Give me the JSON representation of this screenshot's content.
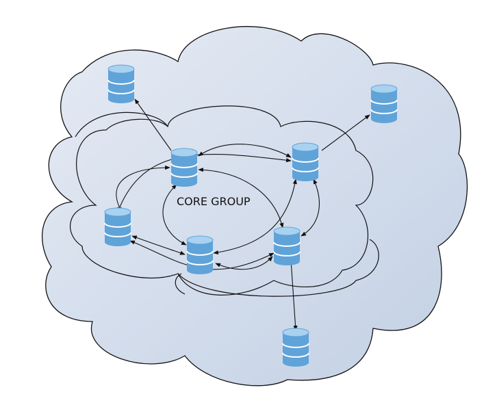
{
  "diagram": {
    "core_label": "CORE GROUP",
    "colors": {
      "cloud_fill_light": "#e6ebf4",
      "cloud_fill_dark": "#c2d0e4",
      "database_body": "#5fa3d9",
      "database_top": "#a9d2f0",
      "database_band": "#ffffff",
      "stroke": "#111111"
    },
    "nodes": [
      {
        "id": "db-top-left",
        "icon": "database-icon",
        "group": "outer"
      },
      {
        "id": "db-top-right",
        "icon": "database-icon",
        "group": "outer"
      },
      {
        "id": "db-bottom",
        "icon": "database-icon",
        "group": "outer"
      },
      {
        "id": "db-core-center",
        "icon": "database-icon",
        "group": "core"
      },
      {
        "id": "db-core-right-top",
        "icon": "database-icon",
        "group": "core"
      },
      {
        "id": "db-core-left",
        "icon": "database-icon",
        "group": "core"
      },
      {
        "id": "db-core-bottom-center",
        "icon": "database-icon",
        "group": "core"
      },
      {
        "id": "db-core-right-bottom",
        "icon": "database-icon",
        "group": "core"
      }
    ]
  }
}
